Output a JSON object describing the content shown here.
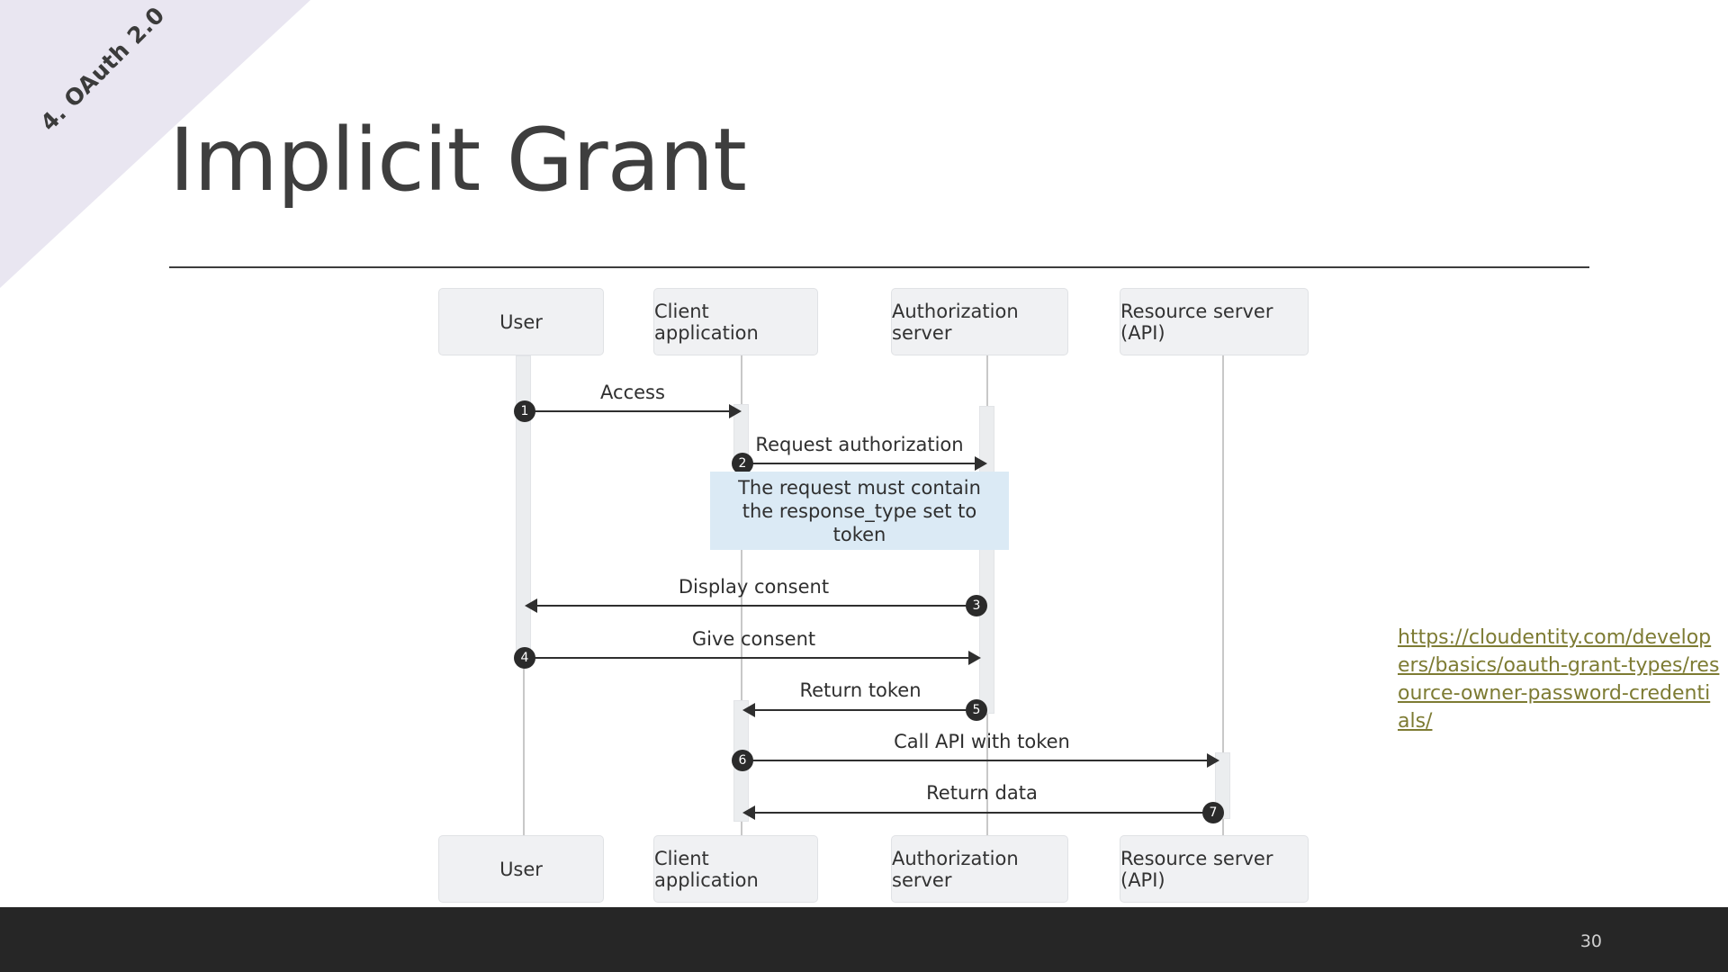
{
  "ribbon": {
    "label": "4. OAuth 2.0",
    "color": "#e9e6f1"
  },
  "title": "Implicit Grant",
  "footer": {
    "page_number": "30",
    "color": "#262626"
  },
  "reference": {
    "url_text": "https://cloudentity.com/developers/basics/oauth-grant-types/resource-owner-password-credentials/",
    "color": "#7d7b33"
  },
  "diagram": {
    "type": "sequence",
    "actors": [
      {
        "id": "user",
        "label": "User"
      },
      {
        "id": "client",
        "label": "Client application"
      },
      {
        "id": "authz",
        "label": "Authorization server"
      },
      {
        "id": "resource",
        "label": "Resource server (API)"
      }
    ],
    "actors_bottom": [
      {
        "id": "user",
        "label": "User"
      },
      {
        "id": "client",
        "label": "Client application"
      },
      {
        "id": "authz",
        "label": "Authorization server"
      },
      {
        "id": "resource",
        "label": "Resource server (API)"
      }
    ],
    "messages": [
      {
        "step": "1",
        "label": "Access",
        "from": "user",
        "to": "client",
        "direction": "right"
      },
      {
        "step": "2",
        "label": "Request authorization",
        "from": "client",
        "to": "authz",
        "direction": "right"
      },
      {
        "step": "3",
        "label": "Display consent",
        "from": "authz",
        "to": "user",
        "direction": "left"
      },
      {
        "step": "4",
        "label": "Give consent",
        "from": "user",
        "to": "authz",
        "direction": "right"
      },
      {
        "step": "5",
        "label": "Return token",
        "from": "authz",
        "to": "client",
        "direction": "left"
      },
      {
        "step": "6",
        "label": "Call API with token",
        "from": "client",
        "to": "resource",
        "direction": "right"
      },
      {
        "step": "7",
        "label": "Return data",
        "from": "resource",
        "to": "client",
        "direction": "left"
      }
    ],
    "note": {
      "text": "The request must contain the response_type set to token",
      "color": "#dbeaf5"
    }
  }
}
